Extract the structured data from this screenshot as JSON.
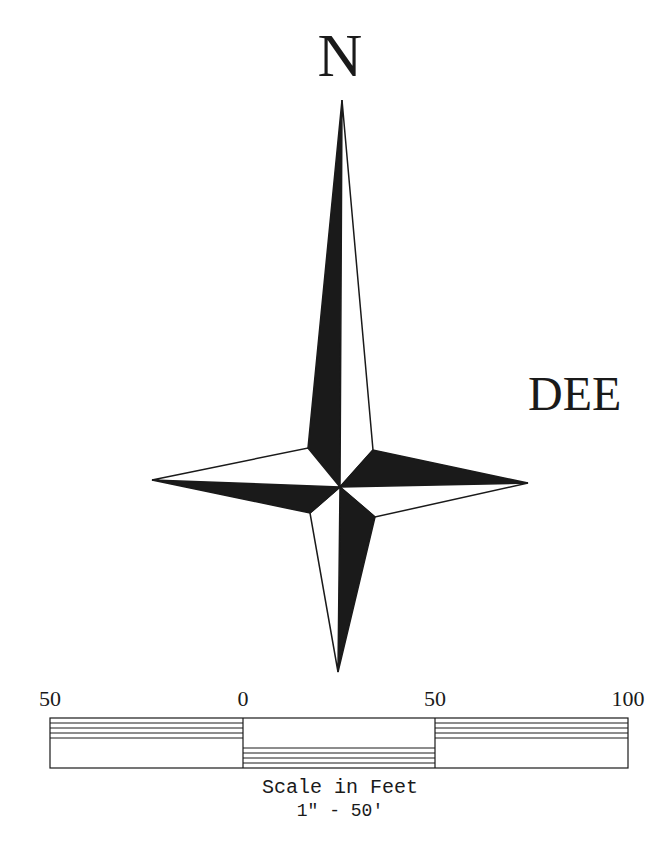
{
  "diagram": {
    "labels": [
      "N",
      "DEE",
      "50",
      "0",
      "50",
      "100",
      "Scale in Feet",
      "1\" - 50'"
    ]
  }
}
